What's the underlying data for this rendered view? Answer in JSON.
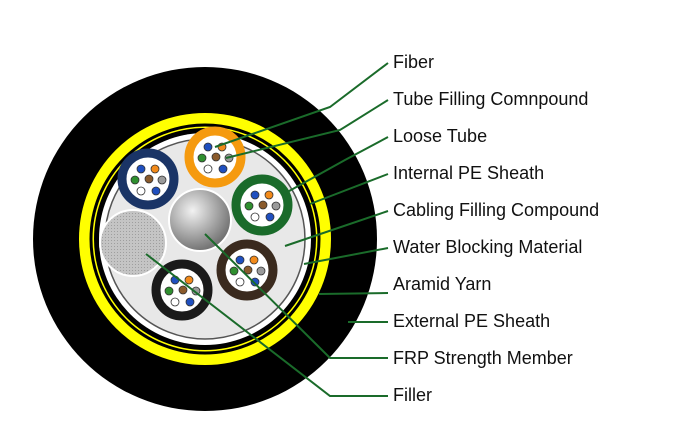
{
  "labels": [
    "Fiber",
    "Tube Filling Comnpound",
    "Loose Tube",
    "Internal PE Sheath",
    "Cabling Filling Compound",
    "Water Blocking Material",
    "Aramid Yarn",
    "External PE Sheath",
    "FRP Strength Member",
    "Filler"
  ],
  "colors": {
    "outer_sheath": "#000000",
    "aramid_yarn": "#ffff00",
    "inner_sheath_ring": "#000000",
    "water_blocking": "#ffffff",
    "filling_compound": "#e8e8e8",
    "leader_line": "#1a6b2a",
    "tube_navy": "#1a3466",
    "tube_orange": "#f59a0f",
    "tube_green": "#1a6b2a",
    "tube_brown": "#3a2a1e",
    "tube_black": "#1a1a1a",
    "filler": "#b8b8b8",
    "frp_member": "#9a9a9a",
    "fiber_colors": [
      "#1f4fbf",
      "#f28a1a",
      "#2f8f2f",
      "#8a5a2b",
      "#9a9a9a",
      "#ffffff"
    ]
  }
}
